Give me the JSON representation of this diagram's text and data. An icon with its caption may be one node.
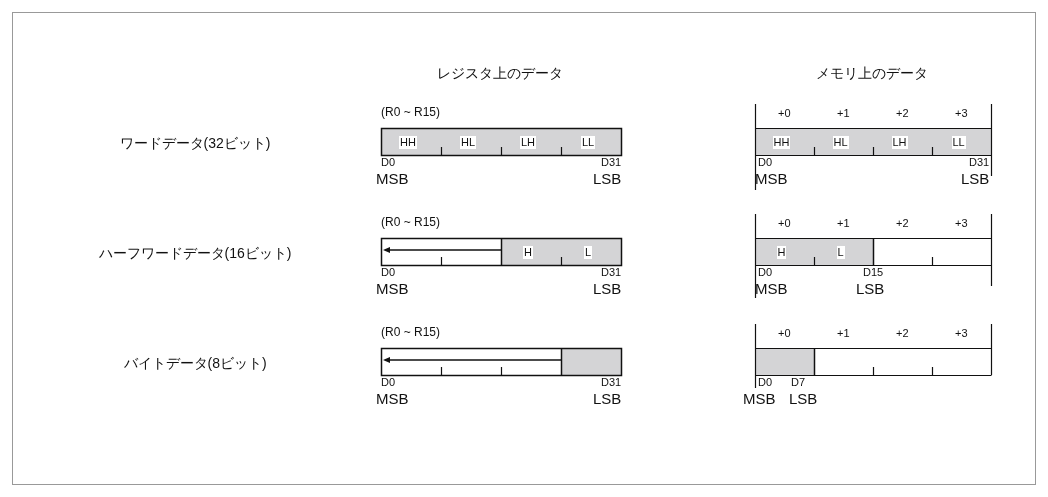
{
  "diagram": {
    "nodes": [
      {
        "text": [
          "HH",
          "HL",
          "LH",
          "LL"
        ],
        "beside": [
          "(R0 ~ R15)",
          "D0",
          "D31",
          "MSB",
          "LSB"
        ]
      },
      {
        "text": [
          "+0",
          "+1",
          "+2",
          "+3",
          "HH",
          "HL",
          "LH",
          "LL",
          "D0",
          "D31",
          "MSB",
          "LSB"
        ]
      },
      {
        "text": [
          "H",
          "L"
        ],
        "beside": [
          "(R0 ~ R15)",
          "D0",
          "D31",
          "MSB",
          "LSB"
        ]
      },
      {
        "text": [
          "+0",
          "+1",
          "+2",
          "+3",
          "H",
          "L",
          "D0",
          "D15",
          "MSB",
          "LSB"
        ]
      },
      {
        "text": [],
        "shape": "bar",
        "beside": [
          "(R0 ~ R15)",
          "D0",
          "D31",
          "MSB",
          "LSB"
        ]
      },
      {
        "text": [
          "+0",
          "+1",
          "+2",
          "+3",
          "D0",
          "D7",
          "MSB",
          "LSB"
        ]
      }
    ],
    "edges": [],
    "labels": [
      "レジスタ上のデータ",
      "メモリ上のデータ",
      "ワードデータ(32ビット)",
      "ハーフワードデータ(16ビット)",
      "バイトデータ(8ビット)"
    ]
  }
}
